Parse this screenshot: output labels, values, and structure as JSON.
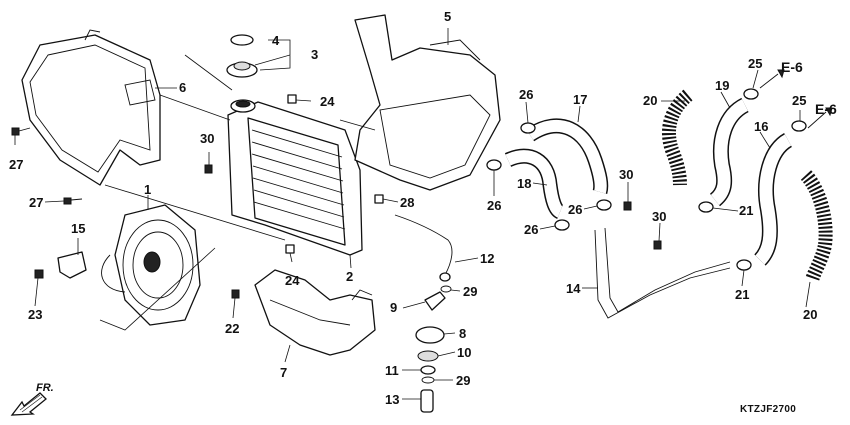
{
  "diagram": {
    "callouts": {
      "c1": "1",
      "c2": "2",
      "c3": "3",
      "c4": "4",
      "c5": "5",
      "c6": "6",
      "c7": "7",
      "c8": "8",
      "c9": "9",
      "c10": "10",
      "c11": "11",
      "c12": "12",
      "c13": "13",
      "c14": "14",
      "c15": "15",
      "c16": "16",
      "c17": "17",
      "c18": "18",
      "c19": "19",
      "c20a": "20",
      "c20b": "20",
      "c21a": "21",
      "c21b": "21",
      "c22": "22",
      "c23": "23",
      "c24a": "24",
      "c24b": "24",
      "c25a": "25",
      "c25b": "25",
      "c26a": "26",
      "c26b": "26",
      "c26c": "26",
      "c26d": "26",
      "c27a": "27",
      "c27b": "27",
      "c28": "28",
      "c29a": "29",
      "c29b": "29",
      "c30a": "30",
      "c30b": "30",
      "c30c": "30"
    },
    "references": {
      "ref_a": "E-6",
      "ref_b": "E-6"
    },
    "direction_label": "FR.",
    "drawing_code": "KTZJF2700"
  }
}
